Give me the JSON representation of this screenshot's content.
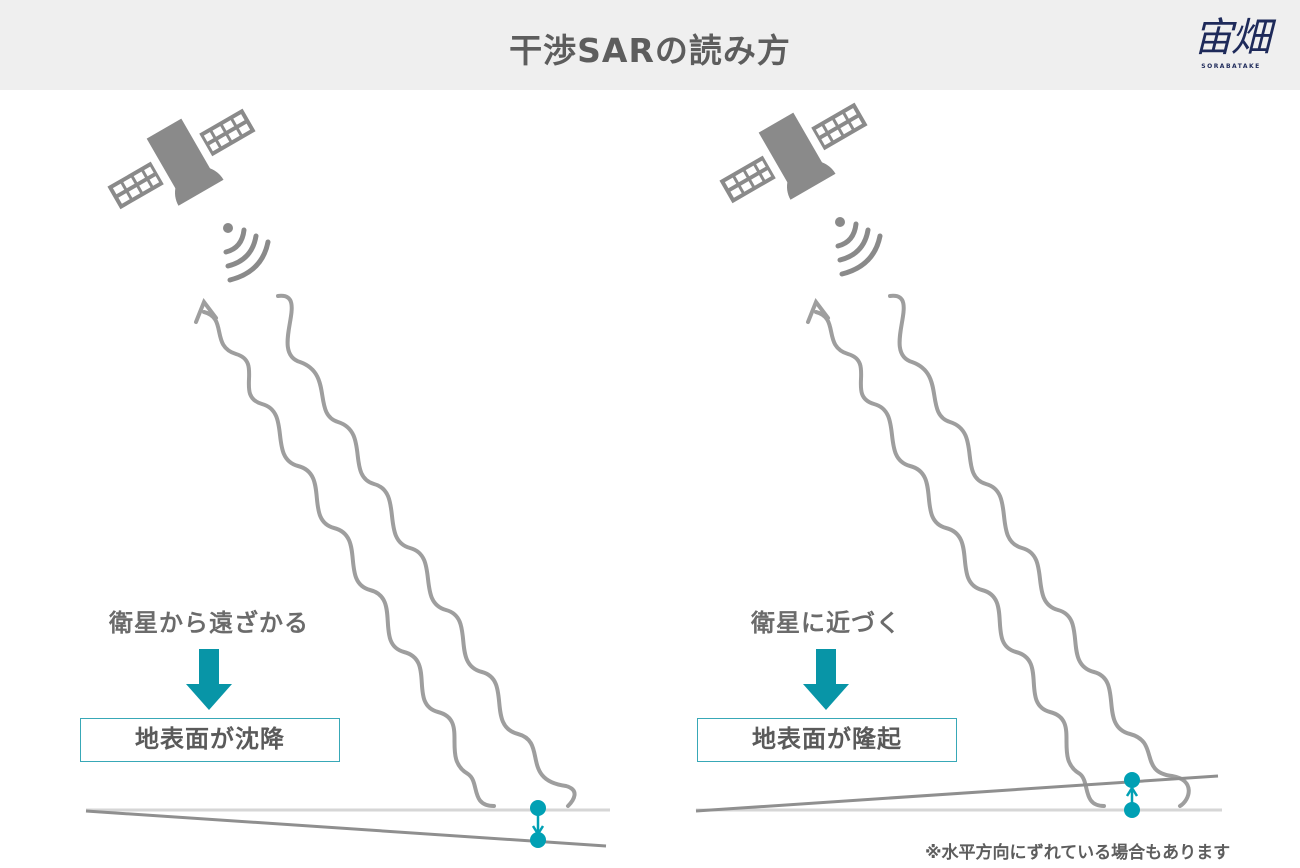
{
  "header": {
    "title": "干渉SARの読み方",
    "logo_mark": "宙畑",
    "logo_subtext": "SORABATAKE"
  },
  "panels": [
    {
      "id": "left",
      "caption": "衛星から遠ざかる",
      "result": "地表面が沈降"
    },
    {
      "id": "right",
      "caption": "衛星に近づく",
      "result": "地表面が隆起"
    }
  ],
  "footnote": "※水平方向にずれている場合もあります",
  "colors": {
    "accent_teal": "#00a0b4",
    "arrow_teal": "#0895a7",
    "satellite_gray": "#8a8a8a",
    "wave_gray": "#9e9e9e",
    "ground_gray": "#8f8f8f",
    "reference_line": "#d6d6d6",
    "header_bg": "#efefef"
  },
  "icons": [
    "satellite-icon",
    "radio-signal-icon",
    "down-arrow-icon",
    "displacement-arrow-icon"
  ]
}
